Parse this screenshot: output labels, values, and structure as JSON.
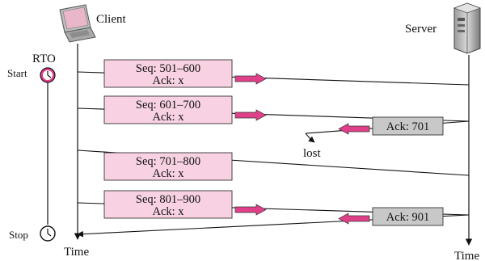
{
  "labels": {
    "client": "Client",
    "server": "Server",
    "rto": "RTO",
    "start": "Start",
    "stop": "Stop",
    "time_left": "Time",
    "time_right": "Time",
    "lost": "lost"
  },
  "segments": [
    {
      "seq": "Seq: 501–600",
      "ack": "Ack: x"
    },
    {
      "seq": "Seq: 601–700",
      "ack": "Ack: x"
    },
    {
      "seq": "Seq: 701–800",
      "ack": "Ack: x"
    },
    {
      "seq": "Seq: 801–900",
      "ack": "Ack: x"
    }
  ],
  "acks": [
    {
      "label": "Ack: 701",
      "status": "lost"
    },
    {
      "label": "Ack: 901",
      "status": "delivered"
    }
  ],
  "colors": {
    "segment_fill": "#f8d2e2",
    "ack_fill": "#c8c8c8",
    "arrow": "#e0408a",
    "line": "#111111"
  },
  "icons": {
    "client": "laptop-icon",
    "server": "server-tower-icon",
    "timer": "clock-icon"
  }
}
